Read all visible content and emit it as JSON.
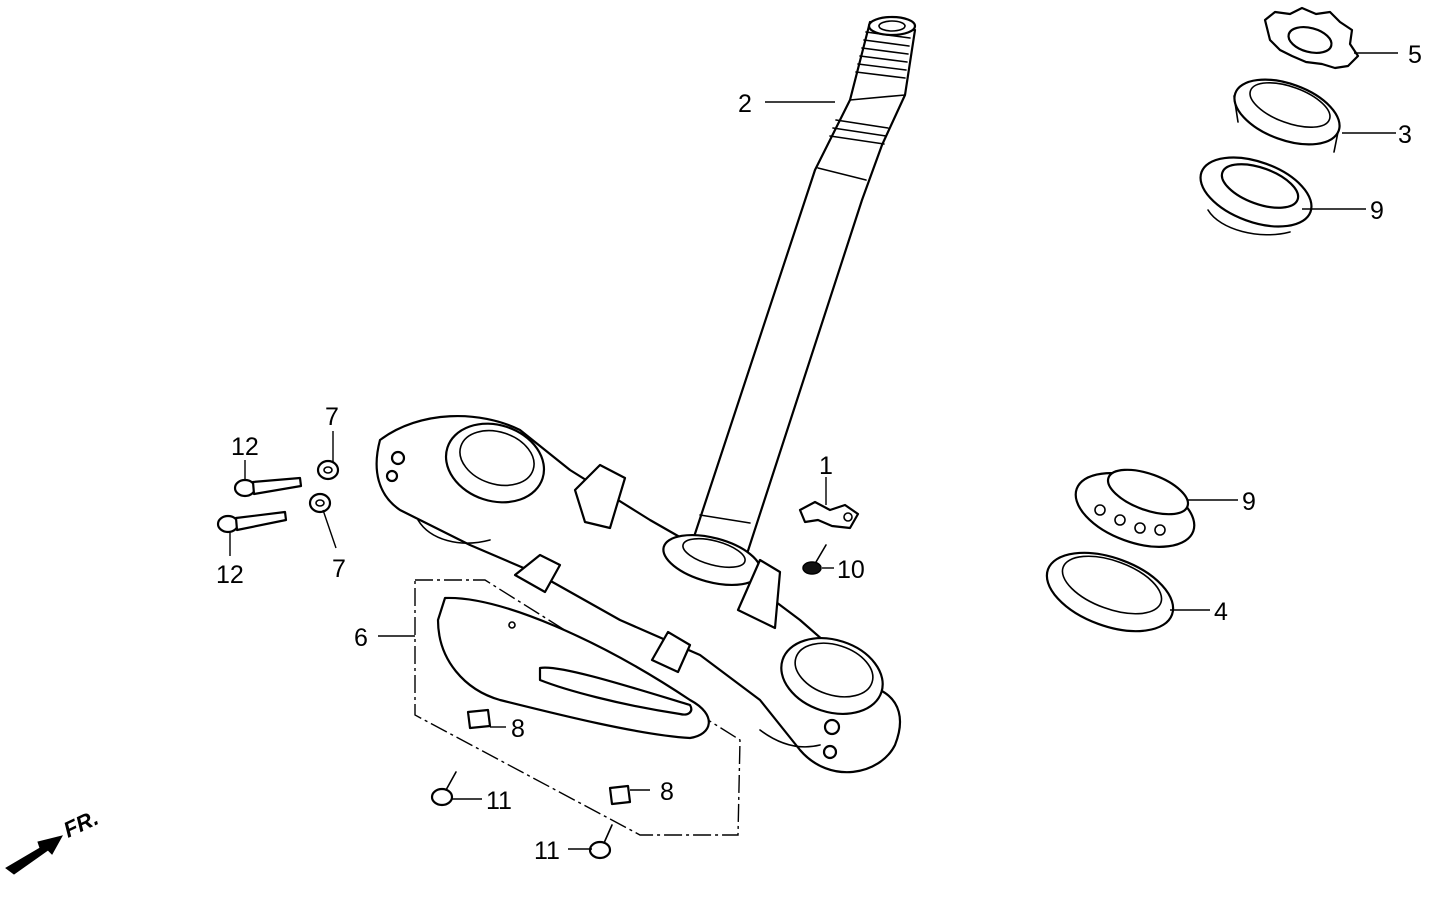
{
  "diagram": {
    "callouts": [
      {
        "id": "callout-1",
        "text": "1"
      },
      {
        "id": "callout-2",
        "text": "2"
      },
      {
        "id": "callout-3",
        "text": "3"
      },
      {
        "id": "callout-4",
        "text": "4"
      },
      {
        "id": "callout-5",
        "text": "5"
      },
      {
        "id": "callout-6",
        "text": "6"
      },
      {
        "id": "callout-7a",
        "text": "7"
      },
      {
        "id": "callout-7b",
        "text": "7"
      },
      {
        "id": "callout-8a",
        "text": "8"
      },
      {
        "id": "callout-8b",
        "text": "8"
      },
      {
        "id": "callout-9a",
        "text": "9"
      },
      {
        "id": "callout-9b",
        "text": "9"
      },
      {
        "id": "callout-10",
        "text": "10"
      },
      {
        "id": "callout-11a",
        "text": "11"
      },
      {
        "id": "callout-11b",
        "text": "11"
      },
      {
        "id": "callout-12a",
        "text": "12"
      },
      {
        "id": "callout-12b",
        "text": "12"
      }
    ],
    "front_indicator": {
      "text": "FR."
    }
  }
}
